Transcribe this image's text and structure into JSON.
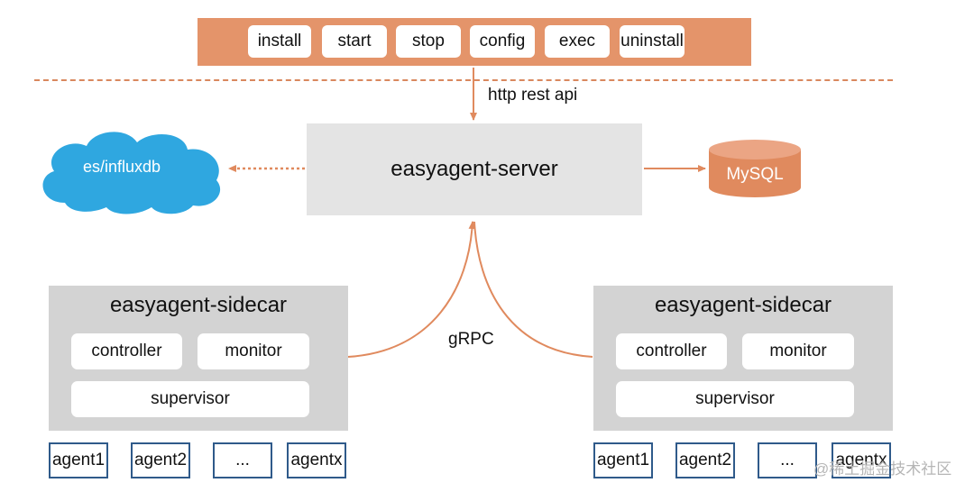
{
  "commands": [
    "install",
    "start",
    "stop",
    "config",
    "exec",
    "uninstall"
  ],
  "api_label": "http rest api",
  "server_label": "easyagent-server",
  "storage_label": "es/influxdb",
  "database_label": "MySQL",
  "rpc_label": "gRPC",
  "sidecars": [
    {
      "title": "easyagent-sidecar",
      "controller": "controller",
      "monitor": "monitor",
      "supervisor": "supervisor",
      "agents": [
        "agent1",
        "agent2",
        "...",
        "agentx"
      ]
    },
    {
      "title": "easyagent-sidecar",
      "controller": "controller",
      "monitor": "monitor",
      "supervisor": "supervisor",
      "agents": [
        "agent1",
        "agent2",
        "...",
        "agentx"
      ]
    }
  ],
  "watermark": "@稀土掘金技术社区",
  "colors": {
    "accent": "#e4946a",
    "arrow": "#e08a5e",
    "cloud": "#2fa7e0",
    "server_bg": "#e4e4e4",
    "sidecar_bg": "#d3d3d3",
    "agent_border": "#2f5a8a"
  }
}
